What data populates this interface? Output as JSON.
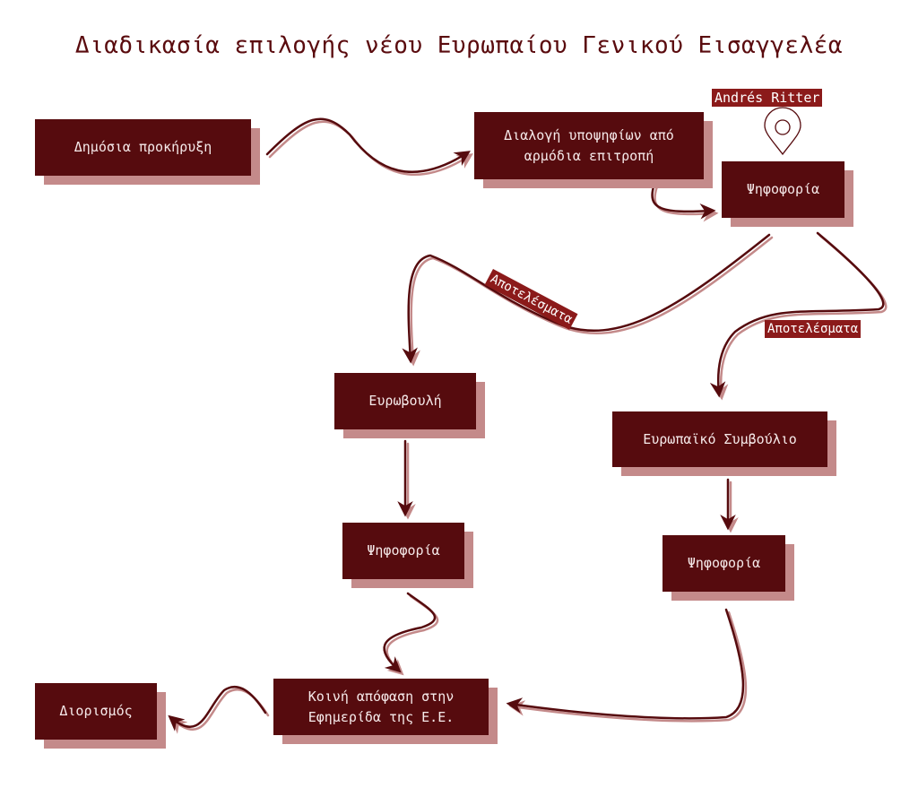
{
  "title": "Διαδικασία επιλογής νέου Ευρωπαίου Γενικού Εισαγγελέα",
  "nodes": {
    "announcement": "Δημόσια προκήρυξη",
    "screening_line1": "Διαλογή υποψηφίων από",
    "screening_line2": "αρμόδια επιτροπή",
    "vote_committee": "Ψηφοφορία",
    "parliament": "Ευρωβουλή",
    "council": "Ευρωπαϊκό Συμβούλιο",
    "vote_parliament": "Ψηφοφορία",
    "vote_council": "Ψηφοφορία",
    "joint_decision_line1": "Κοινή απόφαση στην",
    "joint_decision_line2": "Εφημερίδα της Ε.Ε.",
    "appointment": "Διορισμός"
  },
  "labels": {
    "results_left": "Αποτελέσματα",
    "results_right": "Αποτελέσματα",
    "marker": "Andrés Ritter"
  },
  "icons": {
    "marker": "map-pin-icon"
  },
  "colors": {
    "box": "#560b0e",
    "shadow": "#c48a8a",
    "label": "#8b1a1a"
  }
}
